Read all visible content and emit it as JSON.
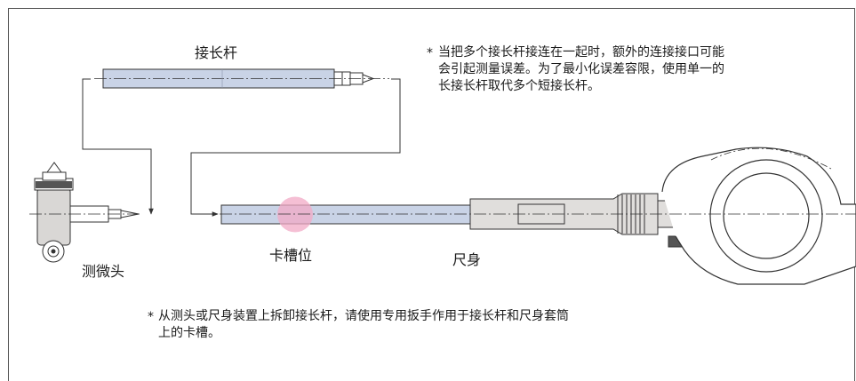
{
  "labels": {
    "extension_rod": "接长杆",
    "head": "测微头",
    "slot": "卡槽位",
    "body": "尺身"
  },
  "notes": {
    "top": {
      "marker": "*",
      "lines": [
        "当把多个接长杆接连在一起时，额外的连接接口可能",
        "会引起测量误差。为了最小化误差容限，使用单一的",
        "长接长杆取代多个短接长杆。"
      ]
    },
    "bottom": {
      "marker": "*",
      "lines": [
        "从测头或尺身装置上拆卸接长杆，请使用专用扳手作用于接长杆和尺身套筒",
        "上的卡槽。"
      ]
    }
  },
  "colors": {
    "rod_fill": "#c9d3e6",
    "body_fill": "#e0dedc",
    "slot_highlight": "#f2a9c6",
    "line": "#333333"
  }
}
